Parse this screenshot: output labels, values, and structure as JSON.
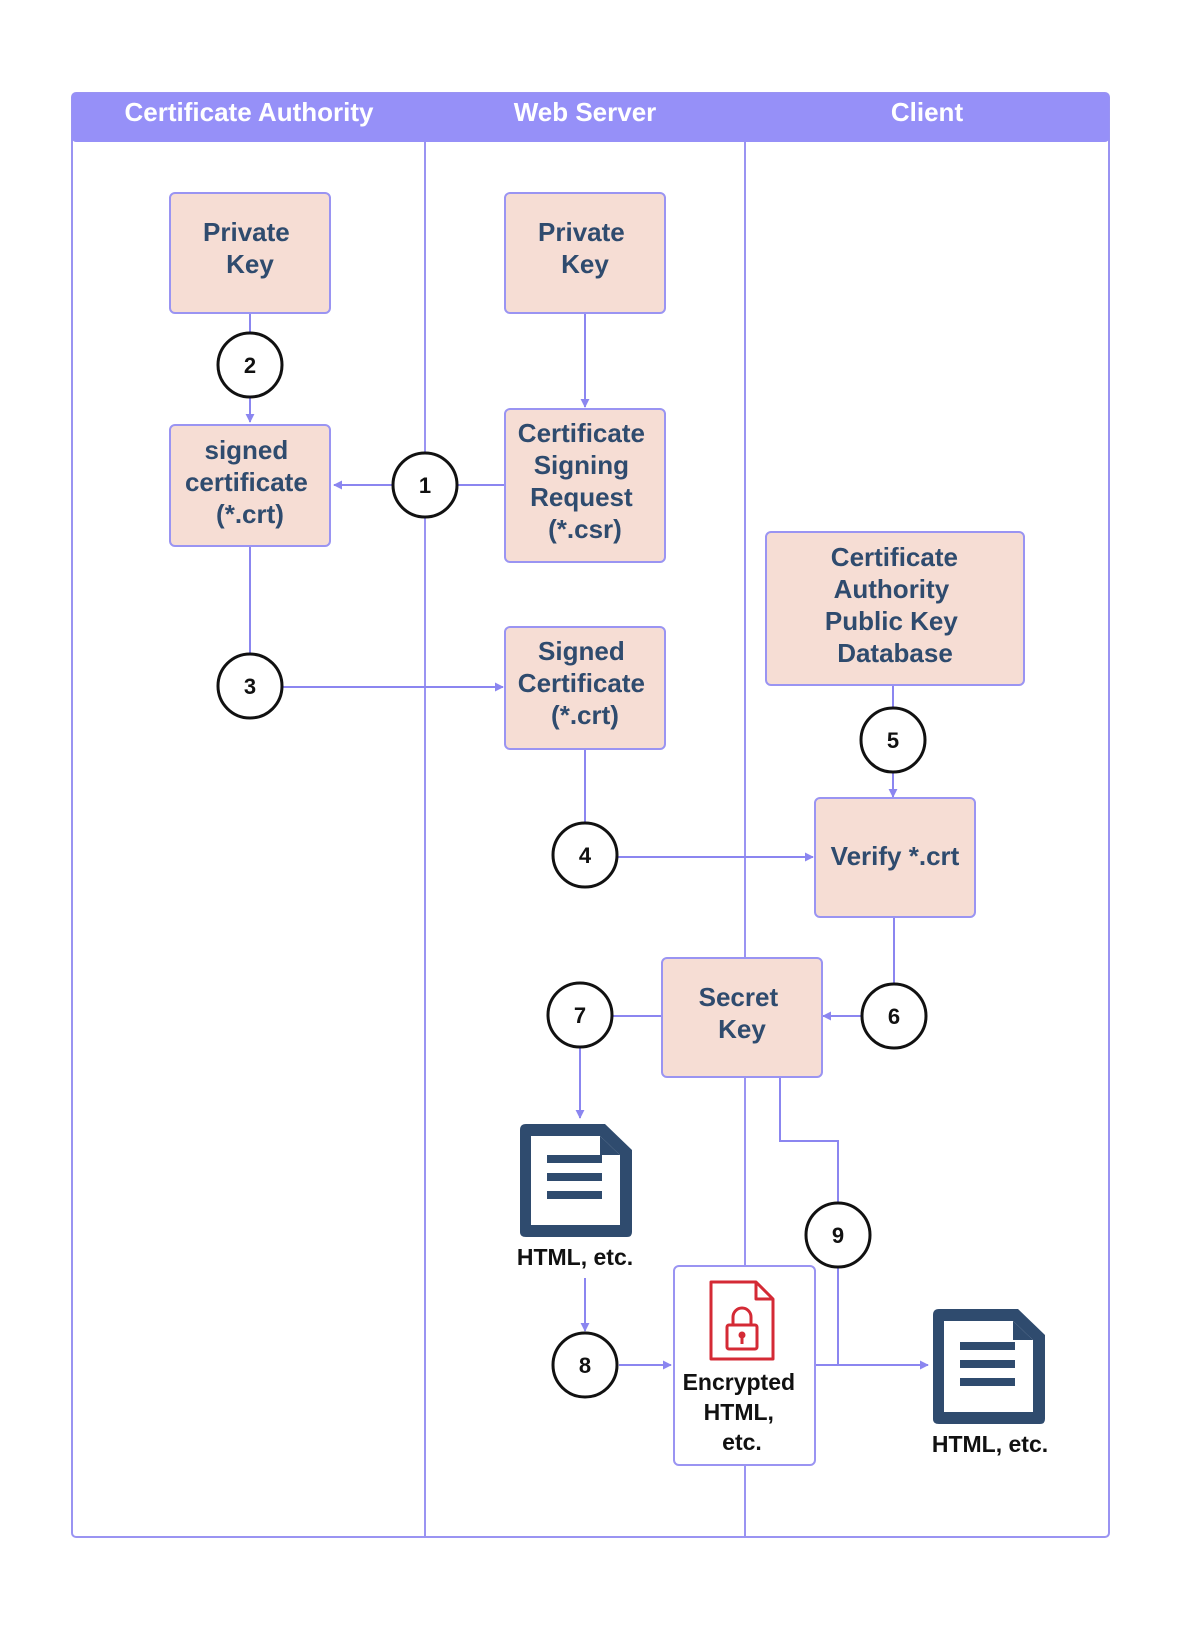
{
  "lanes": [
    "Certificate Authority",
    "Web Server",
    "Client"
  ],
  "nodes": {
    "ca_private_key": [
      "Private",
      "Key"
    ],
    "ws_private_key": [
      "Private",
      "Key"
    ],
    "signed_cert_ca": [
      "signed",
      "certificate",
      "(*.crt)"
    ],
    "csr": [
      "Certificate",
      "Signing",
      "Request",
      "(*.csr)"
    ],
    "signed_cert_ws": [
      "Signed",
      "Certificate",
      "(*.crt)"
    ],
    "ca_pubkey_db": [
      "Certificate",
      "Authority",
      "Public Key",
      "Database"
    ],
    "verify": [
      "Verify *.crt"
    ],
    "secret_key": [
      "Secret",
      "Key"
    ],
    "encrypted": [
      "Encrypted",
      "HTML,",
      "etc."
    ]
  },
  "documents": {
    "html_server": "HTML, etc.",
    "html_client": "HTML, etc."
  },
  "steps": [
    "1",
    "2",
    "3",
    "4",
    "5",
    "6",
    "7",
    "8",
    "9"
  ],
  "icons": {
    "document": "document-icon",
    "locked_document": "locked-document-icon"
  },
  "colors": {
    "header": "#9690f8",
    "lane_border": "#9a94f2",
    "box_fill": "#f6ddd4",
    "node_text": "#2f4b6e",
    "connector": "#8b86f0",
    "doc_icon": "#2f4b6e",
    "lock_icon": "#d42a35"
  }
}
